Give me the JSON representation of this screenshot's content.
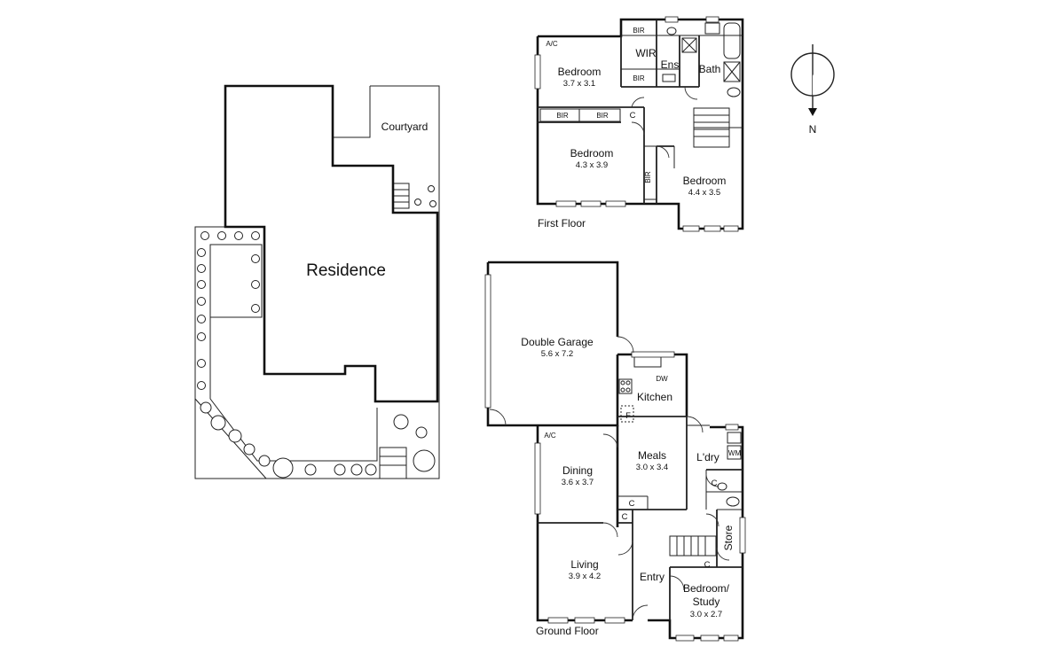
{
  "site": {
    "residence_label": "Residence",
    "courtyard_label": "Courtyard"
  },
  "first_floor": {
    "floor_label": "First Floor",
    "rooms": [
      {
        "name": "Bedroom",
        "dims": "3.7 x 3.1"
      },
      {
        "name": "Bedroom",
        "dims": "4.3 x 3.9"
      },
      {
        "name": "Bedroom",
        "dims": "4.4 x 3.5"
      }
    ],
    "labels": {
      "wir": "WIR",
      "ens": "Ens",
      "bath": "Bath",
      "bir": "BIR",
      "c": "C",
      "ac": "A/C"
    }
  },
  "ground_floor": {
    "floor_label": "Ground Floor",
    "rooms": [
      {
        "name": "Double Garage",
        "dims": "5.6 x 7.2"
      },
      {
        "name": "Kitchen",
        "dims": ""
      },
      {
        "name": "Meals",
        "dims": "3.0 x 3.4"
      },
      {
        "name": "Dining",
        "dims": "3.6 x 3.7"
      },
      {
        "name": "Living",
        "dims": "3.9 x 4.2"
      },
      {
        "name": "Entry",
        "dims": ""
      },
      {
        "name": "Bedroom/",
        "name2": "Study",
        "dims": "3.0 x 2.7"
      }
    ],
    "labels": {
      "ldry": "L'dry",
      "store": "Store",
      "wm": "WM",
      "dw": "DW",
      "f": "F",
      "c": "C",
      "ac": "A/C"
    }
  },
  "compass": {
    "north_label": "N"
  }
}
